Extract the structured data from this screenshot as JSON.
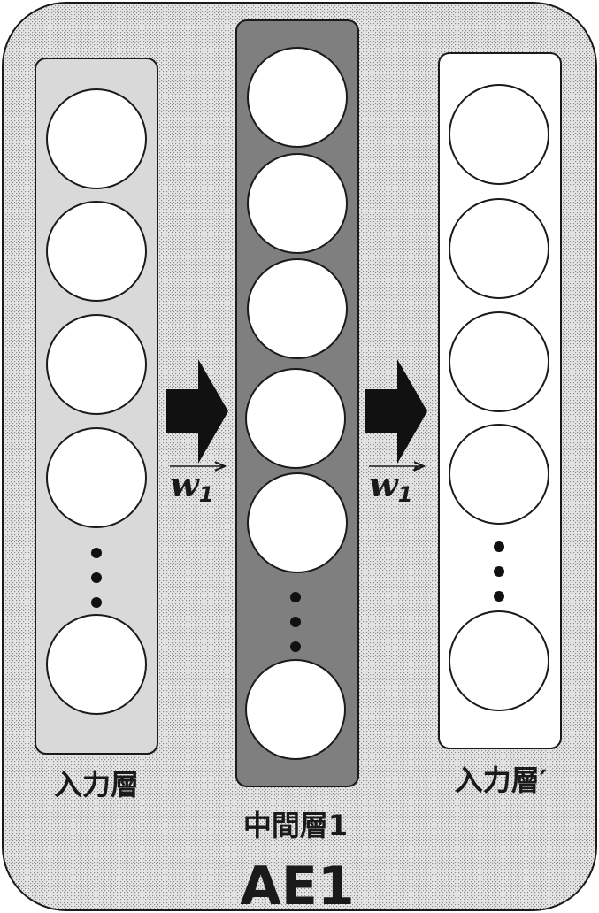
{
  "diagram": {
    "title": "AE1",
    "layers": {
      "input": {
        "label": "入力層"
      },
      "hidden": {
        "label": "中間層1"
      },
      "output": {
        "label": "入力層′"
      }
    },
    "weights": {
      "w1": {
        "base": "w",
        "subscript": "1",
        "prime": ""
      },
      "w1_prime": {
        "base": "w",
        "subscript": "1",
        "prime": "′"
      }
    },
    "colors": {
      "container_fill": "#d6d6d6",
      "input_layer_fill": "#d9d9d9",
      "hidden_layer_fill": "#7f7f7f",
      "output_layer_fill": "#ffffff",
      "node_fill": "#ffffff",
      "stroke": "#1a1a1a"
    }
  }
}
